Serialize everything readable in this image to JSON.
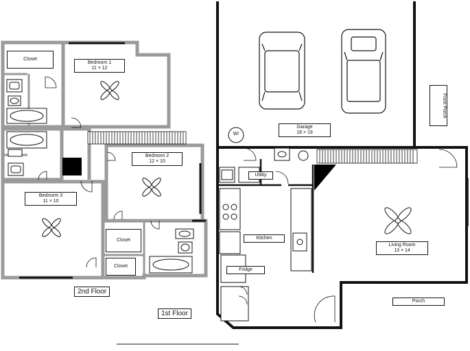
{
  "second_floor": {
    "label": "2nd Floor",
    "rooms": {
      "closet_top": "Closet",
      "bedroom1": {
        "name": "Bedroom 1",
        "size": "11 × 12"
      },
      "bedroom2": {
        "name": "Bedroom 2",
        "size": "12 × 10"
      },
      "bedroom3": {
        "name": "Bedroom 3",
        "size": "11 × 10"
      },
      "closet_mid": "Closet",
      "closet_low": "Closet"
    }
  },
  "first_floor": {
    "label": "1st Floor",
    "rooms": {
      "garage": {
        "name": "Garage",
        "size": "18 × 19"
      },
      "utility": "Utility",
      "kitchen": "Kitchen",
      "fridge": "Fridge",
      "living": {
        "name": "Living Room",
        "size": "13 × 14"
      },
      "porch": "Porch",
      "front_porch": "Front Porch",
      "water_heater": "W/"
    }
  }
}
